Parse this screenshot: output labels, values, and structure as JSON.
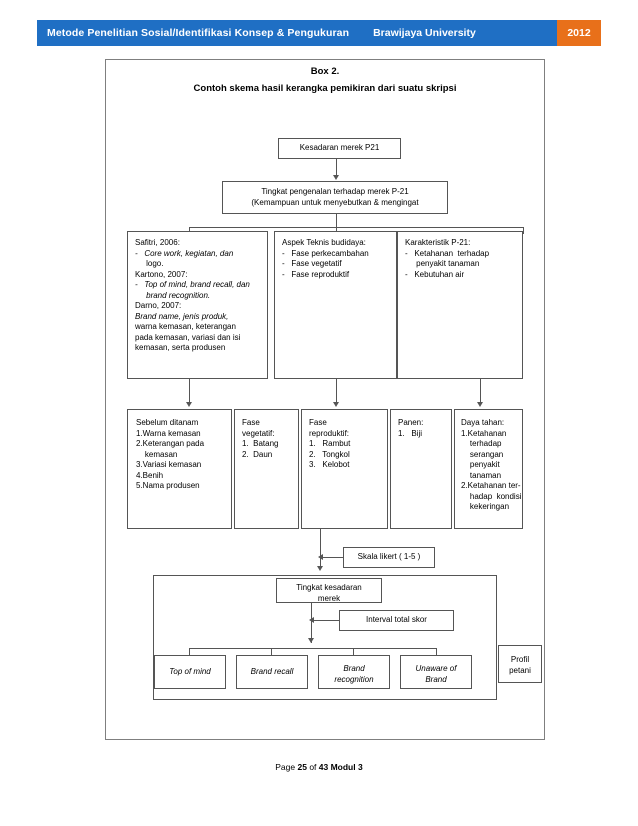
{
  "header": {
    "title": "Metode Penelitian Sosial/Identifikasi Konsep & Pengukuran",
    "university": "Brawijaya University",
    "year": "2012",
    "bar_color": "#1F6FC4",
    "year_color": "#E8701A"
  },
  "box": {
    "title": "Box 2.",
    "subtitle": "Contoh skema hasil kerangka pemikiran dari suatu skripsi"
  },
  "nodes": {
    "kesadaran_merek": "Kesadaran merek P21",
    "tingkat_pengenalan": {
      "line1": "Tingkat pengenalan terhadap merek P-21",
      "line2": "(Kemampuan untuk menyebutkan & mengingat"
    },
    "safitri": {
      "l1": "Safitri, 2006:",
      "l2": "-   Core work, kegiatan, dan",
      "l3": "     logo.",
      "l4": "Kartono, 2007:",
      "l5": "-   Top of mind, brand recall, dan",
      "l6": "     brand recognition.",
      "l7": "Darno, 2007:",
      "l8": "Brand name, jenis produk,",
      "l9": "warna kemasan, keterangan",
      "l10": "pada kemasan, variasi dan isi",
      "l11": "kemasan, serta produsen"
    },
    "aspek_teknis": {
      "l1": "Aspek Teknis budidaya:",
      "l2": "-   Fase perkecambahan",
      "l3": "-   Fase vegetatif",
      "l4": "-   Fase reproduktif"
    },
    "karakteristik": {
      "l1": "Karakteristik P-21:",
      "l2": "-   Ketahanan  terhadap",
      "l3": "     penyakit tanaman",
      "l4": "-   Kebutuhan air"
    },
    "sebelum_ditanam": {
      "l1": "Sebelum ditanam",
      "l2": "",
      "l3": "1.Warna kemasan",
      "l4": "2.Keterangan pada",
      "l5": "    kemasan",
      "l6": "3.Variasi kemasan",
      "l7": "4.Benih",
      "l8": "5.Nama produsen"
    },
    "fase_vegetatif": {
      "l1": "Fase",
      "l2": "vegetatif:",
      "l3": "",
      "l4": "1.  Batang",
      "l5": "2.  Daun"
    },
    "fase_reproduktif": {
      "l1": "Fase",
      "l2": "reproduktif:",
      "l3": "",
      "l4": "1.   Rambut",
      "l5": "2.   Tongkol",
      "l6": "3.   Kelobot"
    },
    "panen": {
      "l1": "Panen:",
      "l2": "",
      "l3": "1.   Biji"
    },
    "daya_tahan": {
      "l1": "Daya tahan:",
      "l2": "1.Ketahanan",
      "l3": "    terhadap",
      "l4": "    serangan",
      "l5": "    penyakit",
      "l6": "    tanaman",
      "l7": "2.Ketahanan ter-",
      "l8": "    hadap  kondisi",
      "l9": "    kekeringan"
    },
    "skala_likert": "Skala likert ( 1-5 )",
    "tingkat_kesadaran": {
      "l1": "Tingkat kesadaran",
      "l2": "merek"
    },
    "interval_total_skor": "Interval total skor",
    "profil_petani": {
      "l1": "Profil",
      "l2": "petani"
    },
    "top_of_mind": "Top of mind",
    "brand_recall": "Brand recall",
    "brand_recognition": {
      "l1": "Brand",
      "l2": "recognition"
    },
    "unaware_of_brand": {
      "l1": "Unaware of",
      "l2": "Brand"
    }
  },
  "footer": {
    "prefix": "Page ",
    "page": "25",
    "mid": " of ",
    "total": "43",
    "suffix": " Modul 3"
  }
}
